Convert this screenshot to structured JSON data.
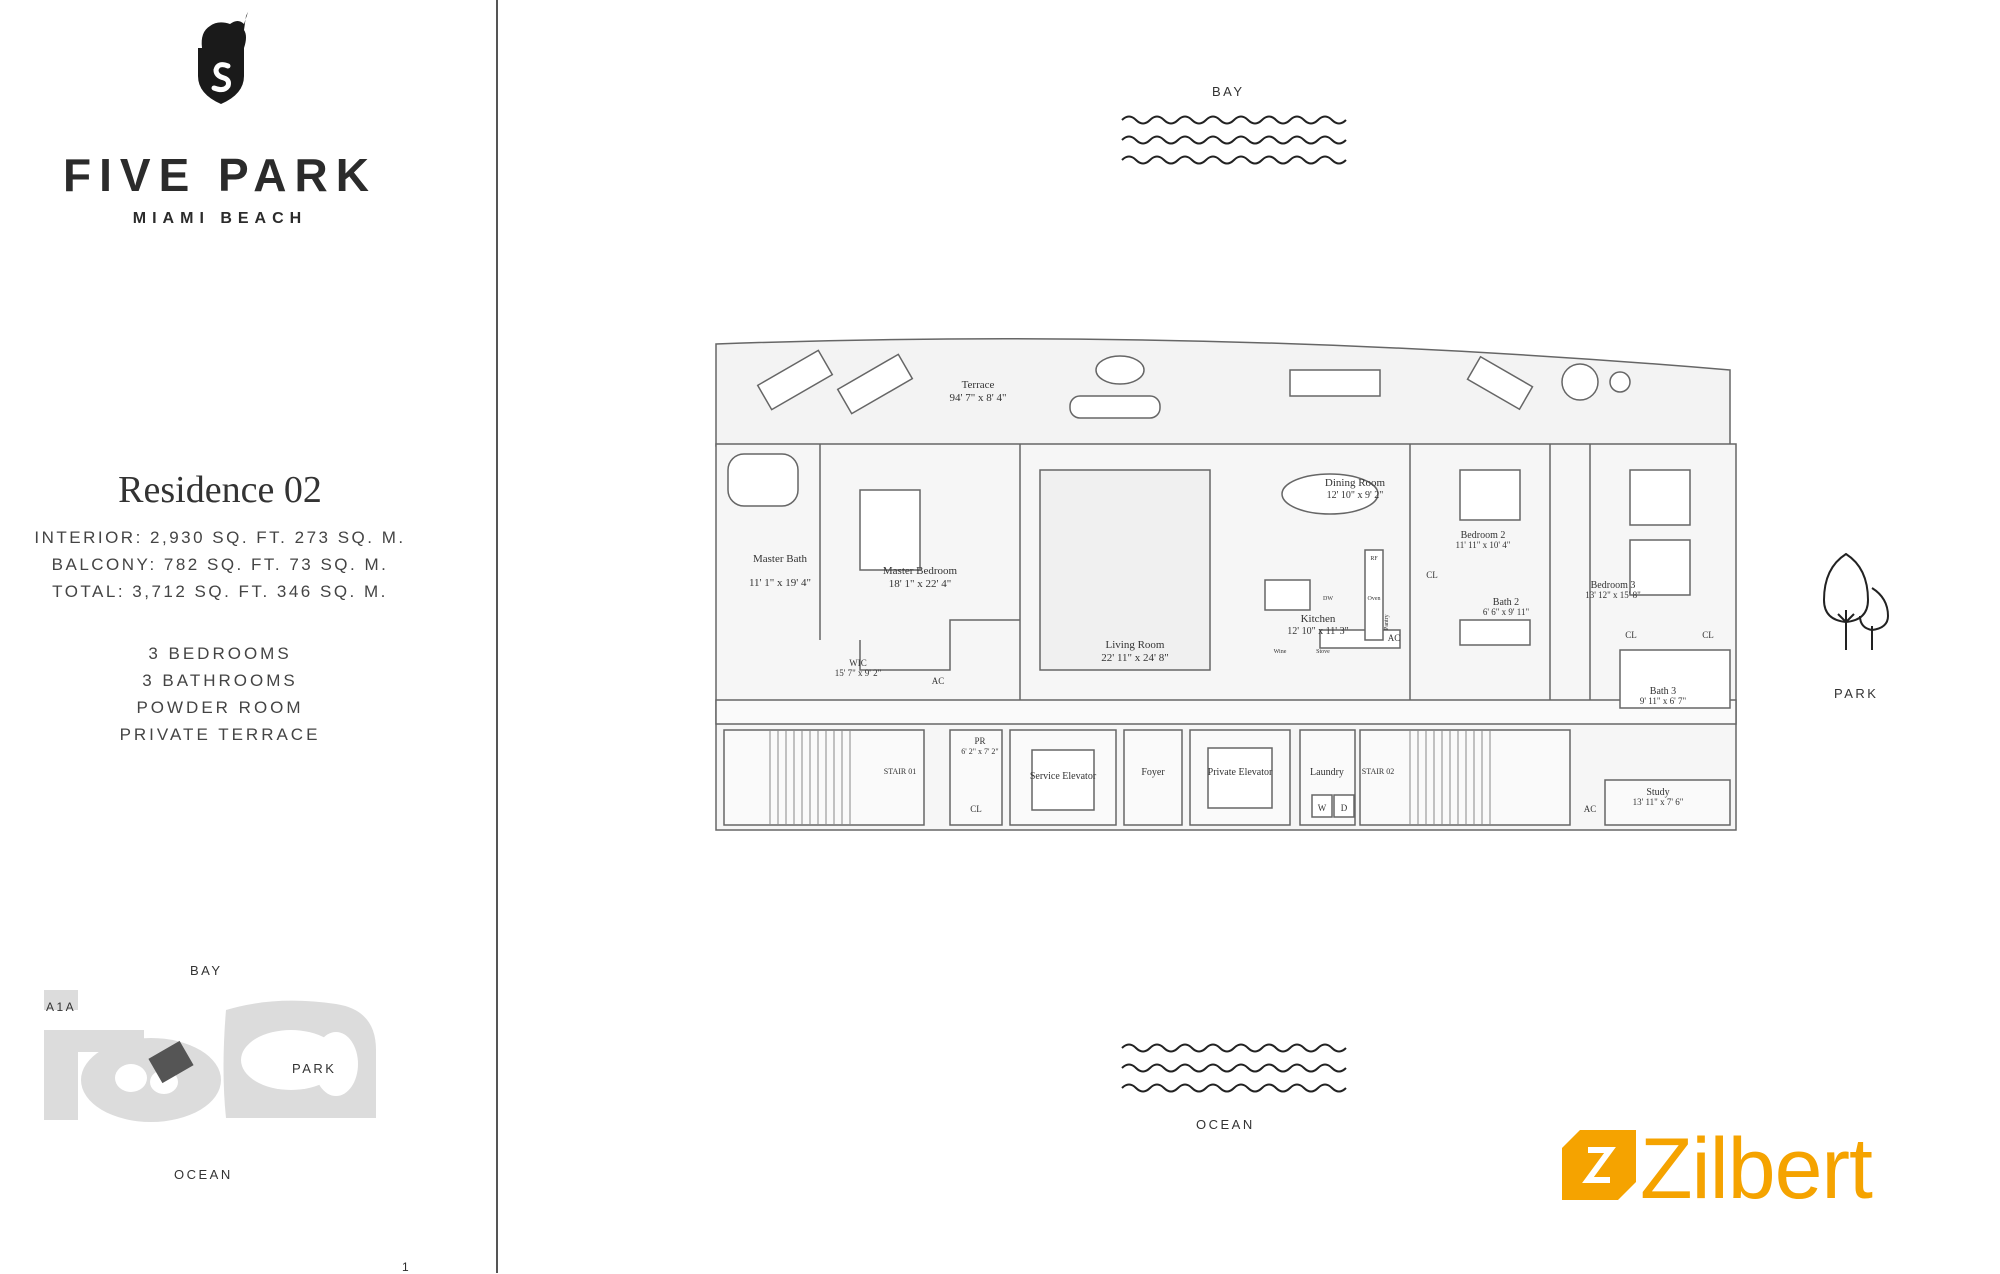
{
  "brand": {
    "name": "FIVE PARK",
    "location": "MIAMI BEACH"
  },
  "residence": {
    "title": "Residence 02",
    "interior": "INTERIOR: 2,930 SQ. FT.   273 SQ. M.",
    "balcony": "BALCONY: 782 SQ. FT.   73 SQ. M.",
    "total": "TOTAL: 3,712 SQ. FT.   346 SQ. M.",
    "features": [
      "3 BEDROOMS",
      "3  BATHROOMS",
      "POWDER ROOM",
      "PRIVATE TERRACE"
    ]
  },
  "site_map": {
    "bay": "BAY",
    "a1a": "A1A",
    "park": "PARK",
    "ocean": "OCEAN"
  },
  "orientation": {
    "bay": "BAY",
    "ocean": "OCEAN",
    "park": "PARK"
  },
  "rooms": {
    "terrace": {
      "name": "Terrace",
      "dim": "94' 7\" x 8' 4\""
    },
    "master_bath": {
      "name": "Master Bath",
      "dim": "11' 1\" x 19' 4\""
    },
    "master_bedroom": {
      "name": "Master Bedroom",
      "dim": "18' 1\" x 22' 4\""
    },
    "wic": {
      "name": "WIC",
      "dim": "15' 7\" x 9' 2\""
    },
    "living_room": {
      "name": "Living Room",
      "dim": "22' 11\" x 24' 8\""
    },
    "dining_room": {
      "name": "Dining Room",
      "dim": "12' 10\" x 9' 2\""
    },
    "kitchen": {
      "name": "Kitchen",
      "dim": "12' 10\" x 11' 3\""
    },
    "bedroom2": {
      "name": "Bedroom 2",
      "dim": "11' 11\" x 10' 4\""
    },
    "bath2": {
      "name": "Bath 2",
      "dim": "6' 6\" x 9' 11\""
    },
    "bedroom3": {
      "name": "Bedroom 3",
      "dim": "13' 12\" x 15' 8\""
    },
    "bath3": {
      "name": "Bath 3",
      "dim": "9' 11\" x 6' 7\""
    },
    "study": {
      "name": "Study",
      "dim": "13' 11\" x 7' 6\""
    },
    "pr": {
      "name": "PR",
      "dim": "6' 2\" x 7' 2\""
    },
    "service_elevator": {
      "name": "Service Elevator"
    },
    "foyer": {
      "name": "Foyer"
    },
    "private_elevator": {
      "name": "Private Elevator"
    },
    "laundry": {
      "name": "Laundry"
    },
    "stair1": "STAIR 01",
    "stair2": "STAIR 02",
    "ac": "AC",
    "cl": "CL",
    "w": "W",
    "d": "D",
    "wine": "Wine",
    "stove": "Stove",
    "pantry": "Pantry",
    "oven": "Oven",
    "rf": "RF",
    "dw": "DW"
  },
  "developer": {
    "name": "Zilbert",
    "color": "#f5a300"
  },
  "page_number": "1"
}
